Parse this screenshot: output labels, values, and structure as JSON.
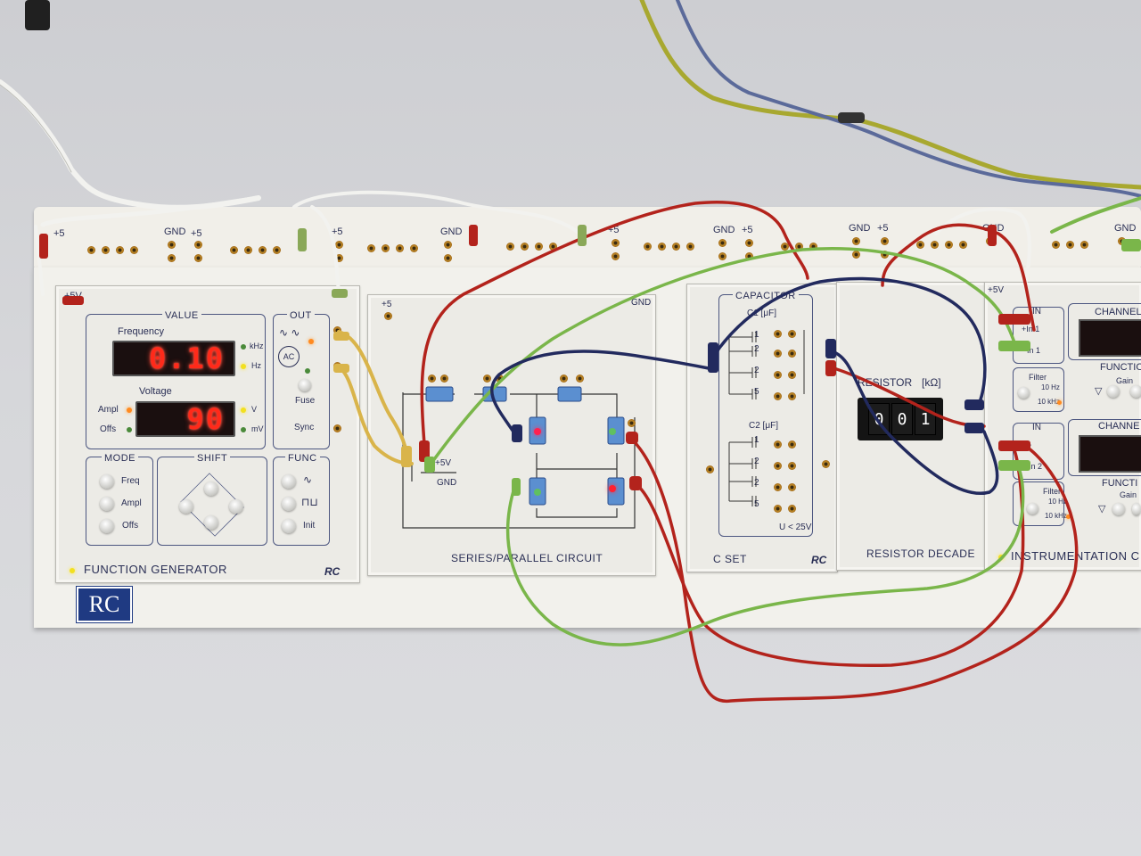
{
  "rail_labels": {
    "plus5": "+5",
    "gnd": "GND",
    "plus5v": "+5V"
  },
  "function_generator": {
    "value_title": "VALUE",
    "frequency_label": "Frequency",
    "frequency_value": "0.10",
    "khz": "kHz",
    "hz": "Hz",
    "voltage_label": "Voltage",
    "voltage_value": "90",
    "ampl": "Ampl",
    "offs": "Offs",
    "v": "V",
    "mv": "mV",
    "out_title": "OUT",
    "ac": "AC",
    "fuse": "Fuse",
    "sync": "Sync",
    "mode_title": "MODE",
    "mode_freq": "Freq",
    "mode_ampl": "Ampl",
    "mode_offs": "Offs",
    "shift_title": "SHIFT",
    "func_title": "FUNC",
    "func_init": "Init",
    "name": "FUNCTION GENERATOR",
    "brand": "RC"
  },
  "series_parallel": {
    "plus5": "+5",
    "gnd": "GND",
    "plus5v": "+5V",
    "gnd2": "GND",
    "name": "SERIES/PARALLEL CIRCUIT"
  },
  "capacitor": {
    "title": "CAPACITOR",
    "c1": "C1 [μF]",
    "c2": "C2 [μF]",
    "v1": "1",
    "v2": "2",
    "v3": "2",
    "v4": "5",
    "w1": "1",
    "w2": "2",
    "w3": "2",
    "w4": "5",
    "limit": "U < 25V",
    "name": "C SET",
    "brand": "RC"
  },
  "resistor": {
    "title": "RESISTOR",
    "unit": "[kΩ]",
    "d1": "0",
    "d2": "0",
    "d3": "1",
    "name": "RESISTOR DECADE"
  },
  "instrumentation": {
    "plus5v": "+5V",
    "in_title": "IN",
    "in1a": "+In 1",
    "in1b": "In 1",
    "channel": "CHANNEL",
    "filter": "Filter",
    "f10hz": "10 Hz",
    "f10khz": "10 kHz",
    "function": "FUNCTIO",
    "gain": "Gain",
    "in2_title": "IN",
    "in2a": "2",
    "in2b": "In 2",
    "channel2": "CHANNE",
    "filter2": "Filter",
    "f10hz2": "10 Hz",
    "f10khz2": "10 kHz",
    "function2": "FUNCTI",
    "gain2": "Gain",
    "name": "INSTRUMENTATION C"
  },
  "logo": "RC",
  "colors": {
    "wire_red": "#b3231c",
    "wire_green": "#7ab64a",
    "wire_blue": "#222a5e",
    "wire_yellow": "#d9b44a",
    "wire_white": "#f4f4f2",
    "display_red": "#ff2a1a"
  }
}
